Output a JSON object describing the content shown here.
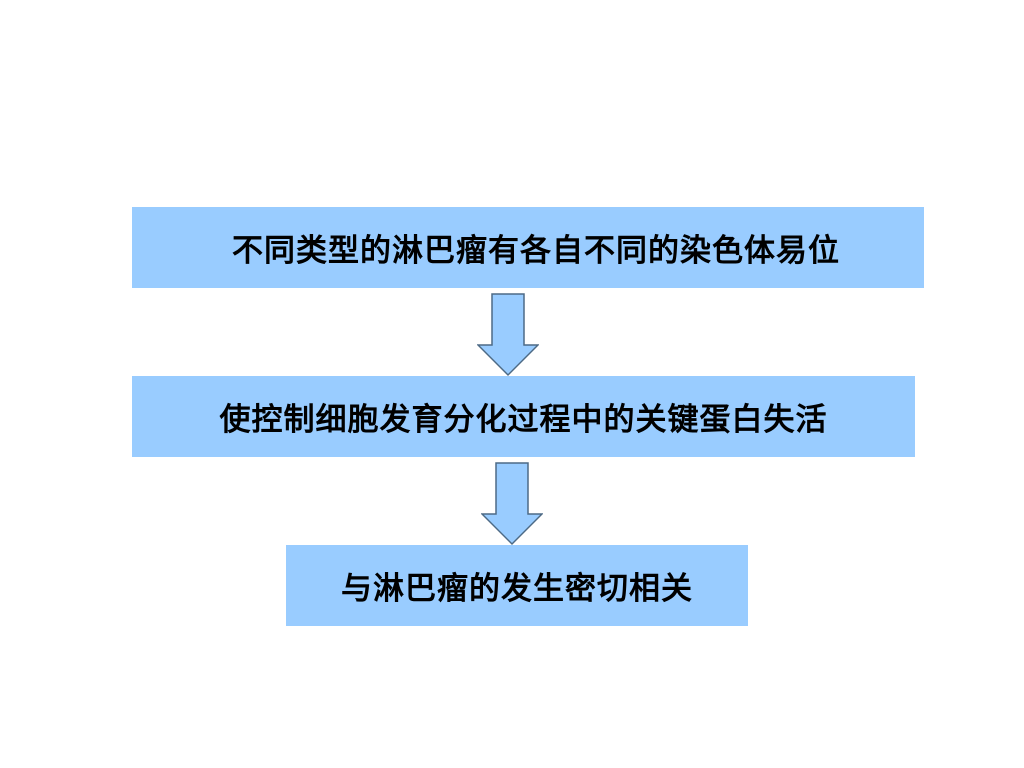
{
  "flowchart": {
    "steps": [
      {
        "text": "不同类型的淋巴瘤有各自不同的染色体易位"
      },
      {
        "text": "使控制细胞发育分化过程中的关键蛋白失活"
      },
      {
        "text": "与淋巴瘤的发生密切相关"
      }
    ],
    "colors": {
      "box_fill": "#99ccff",
      "arrow_fill": "#99ccff",
      "arrow_stroke": "#4d6a85",
      "text": "#000000"
    },
    "arrow_icon": "down-arrow-icon"
  }
}
